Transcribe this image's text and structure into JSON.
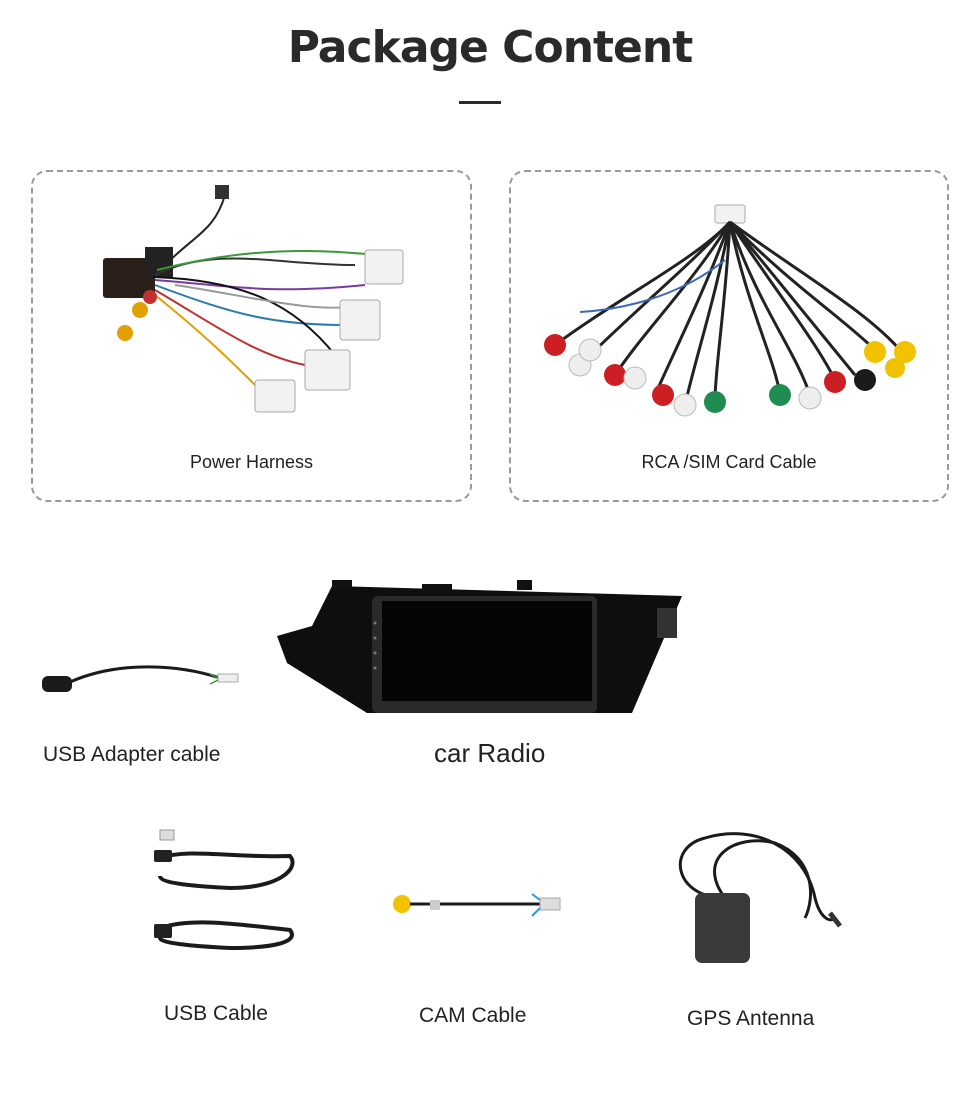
{
  "page": {
    "title": "Package Content"
  },
  "items": {
    "power_harness": {
      "label": "Power Harness"
    },
    "rca_sim_cable": {
      "label": "RCA /SIM Card Cable"
    },
    "usb_adapter": {
      "label": "USB Adapter cable"
    },
    "car_radio": {
      "label": "car Radio"
    },
    "usb_cable": {
      "label": "USB Cable"
    },
    "cam_cable": {
      "label": "CAM Cable"
    },
    "gps_antenna": {
      "label": "GPS Antenna"
    }
  },
  "colors": {
    "title": "#2a2a2a",
    "border": "#9a9a9a",
    "rca_red": "#cc1f24",
    "rca_white": "#eeeeee",
    "rca_yellow": "#f2c200",
    "rca_green": "#1f8c52",
    "cable": "#1b1b1b"
  }
}
